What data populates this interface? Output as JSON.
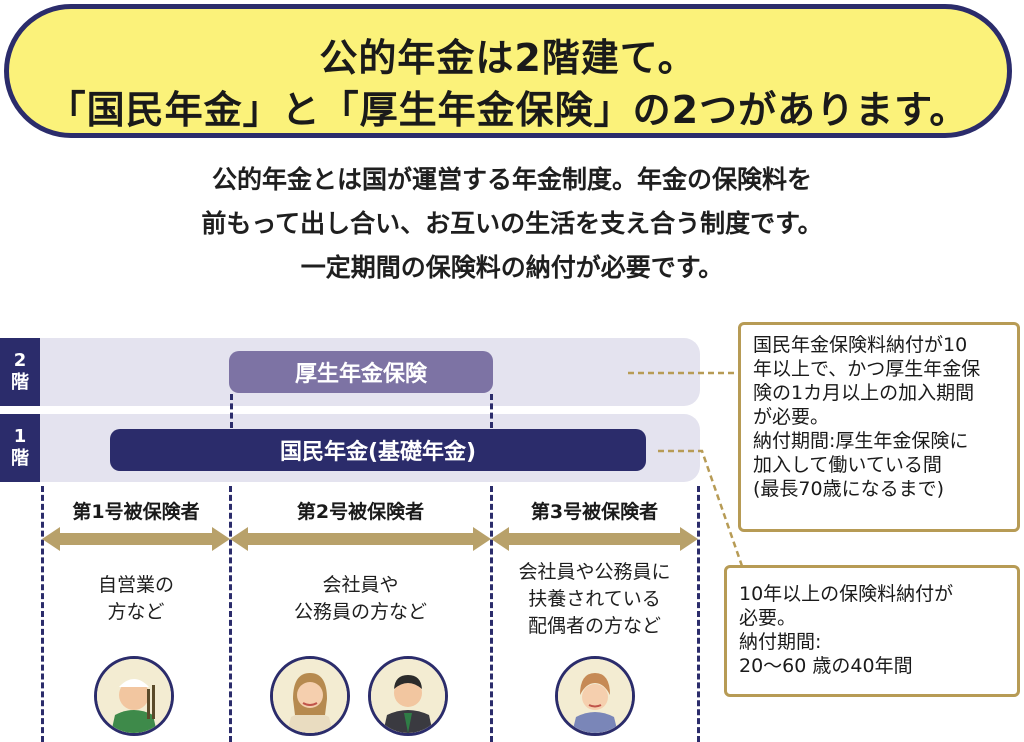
{
  "banner": {
    "line1": "公的年金は2階建て。",
    "line2": "「国民年金」と「厚生年金保険」の2つがあります。"
  },
  "intro": {
    "line1": "公的年金とは国が運営する年金制度。年金の保険料を",
    "line2": "前もって出し合い、お互いの生活を支え合う制度です。",
    "line3": "一定期間の保険料の納付が必要です。"
  },
  "floors": {
    "upper": {
      "num": "2",
      "label": "階",
      "pill": "厚生年金保険"
    },
    "lower": {
      "num": "1",
      "label": "階",
      "pill": "国民年金(基礎年金)"
    }
  },
  "categories": [
    {
      "title": "第1号被保険者",
      "desc": [
        "自営業の",
        "方など"
      ]
    },
    {
      "title": "第2号被保険者",
      "desc": [
        "会社員や",
        "公務員の方など"
      ]
    },
    {
      "title": "第3号被保険者",
      "desc": [
        "会社員や公務員に",
        "扶養されている",
        "配偶者の方など"
      ]
    }
  ],
  "notes": {
    "kosei": [
      "国民年金保険料納付が10",
      "年以上で、かつ厚生年金保",
      "険の1カ月以上の加入期間",
      "が必要。",
      "納付期間:厚生年金保険に",
      "加入して働いている間",
      "(最長70歳になるまで)"
    ],
    "kokumin": [
      "10年以上の保険料納付が",
      "必要。",
      "納付期間:",
      "20〜60 歳の40年間"
    ]
  },
  "colors": {
    "navy": "#2b2c6b",
    "banner_yellow": "#fbf27a",
    "band_lavender": "#e4e3ef",
    "kosei_purple": "#7d73a4",
    "arrow_gold": "#b8a16a",
    "note_border": "#b79b55"
  }
}
